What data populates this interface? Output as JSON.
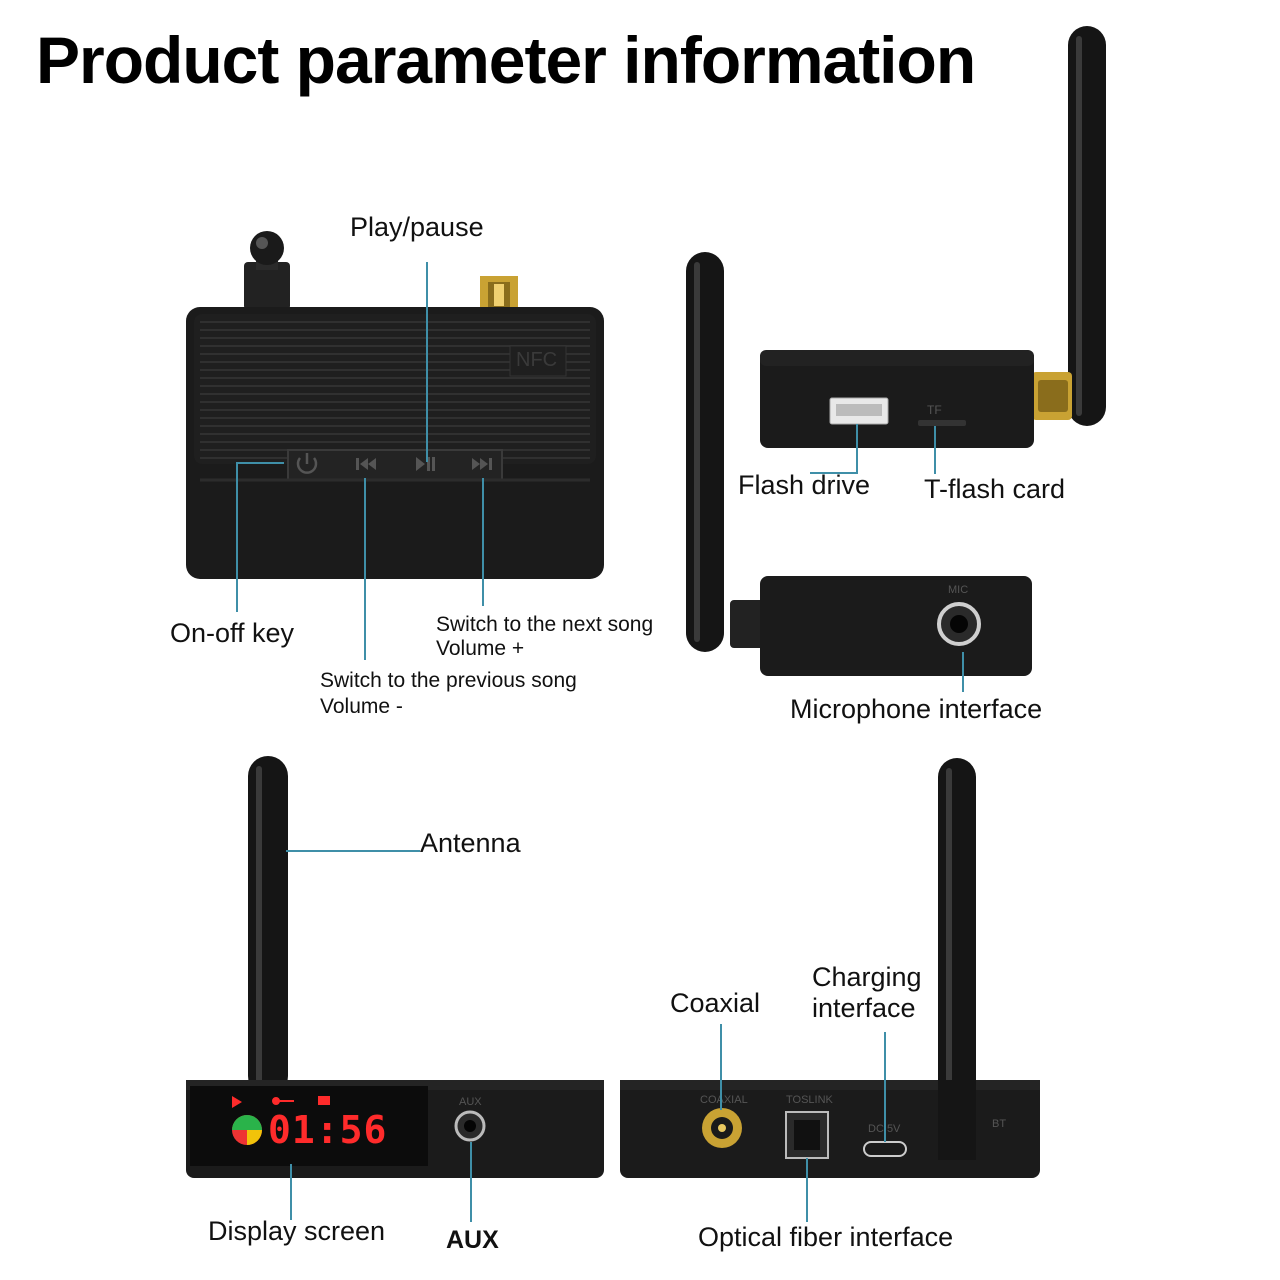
{
  "title": "Product parameter information",
  "colors": {
    "leader_line": "#3f8fa8",
    "device_body": "#1b1b1b",
    "gold": "#c9a233",
    "display_red": "#ff2b2b"
  },
  "top_view": {
    "play_pause": "Play/pause",
    "on_off": "On-off key",
    "next_song_line1": "Switch to the next song",
    "next_song_line2": "Volume +",
    "prev_song_line1": "Switch to the previous song",
    "prev_song_line2": "Volume -",
    "nfc_mark": "NFC",
    "icons": [
      "power-icon",
      "previous-track-icon",
      "play-pause-icon",
      "next-track-icon"
    ]
  },
  "side_views": {
    "flash_drive": "Flash drive",
    "t_flash_card": "T-flash card",
    "tf_mark": "TF",
    "microphone": "Microphone interface",
    "mic_mark": "MIC"
  },
  "front_view": {
    "antenna": "Antenna",
    "display_screen": "Display screen",
    "aux": "AUX",
    "aux_mark": "AUX",
    "display_time": "01:56"
  },
  "back_view": {
    "coaxial": "Coaxial",
    "charging_line1": "Charging",
    "charging_line2": "interface",
    "optical": "Optical fiber interface",
    "coaxial_mark": "COAXIAL",
    "toslink_mark": "TOSLINK",
    "dc_mark": "DC  5V",
    "bt_mark": "BT"
  }
}
